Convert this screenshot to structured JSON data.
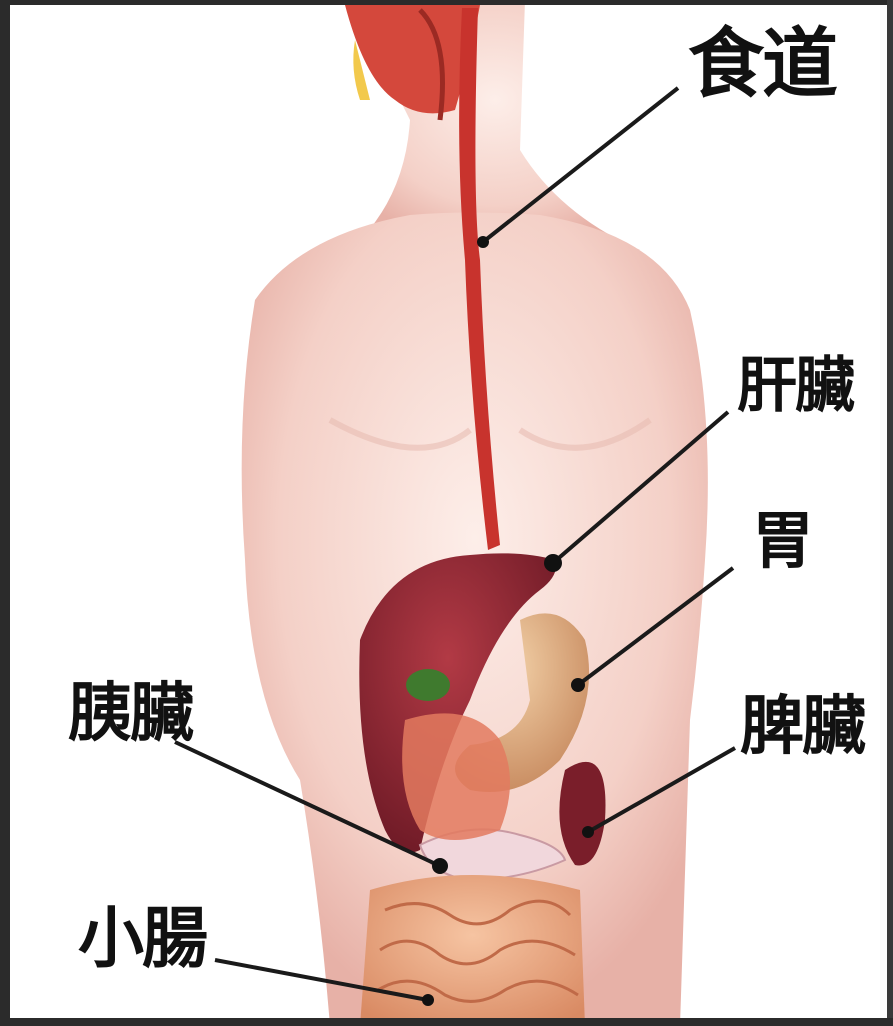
{
  "labels": {
    "esophagus": "食道",
    "liver": "肝臟",
    "stomach": "胃",
    "pancreas": "胰臟",
    "spleen": "脾臟",
    "small_intestine": "小腸"
  },
  "colors": {
    "skin": "#f6d9d2",
    "skin_shadow": "#e9b6ad",
    "esophagus": "#c8332d",
    "liver": "#8e2434",
    "stomach": "#e2b48a",
    "spleen": "#7a1e2a",
    "pancreas": "#f1d7dc",
    "intestine": "#e9a07a",
    "gallbladder": "#3f7a2e",
    "leader_line": "#1a1a1a"
  }
}
